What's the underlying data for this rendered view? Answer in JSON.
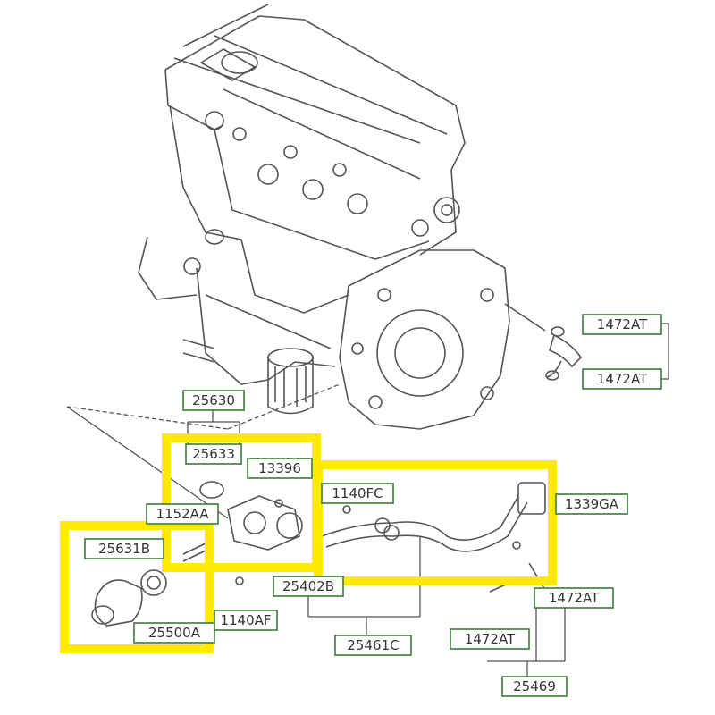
{
  "colors": {
    "highlight": "#ffeb00",
    "label_border": "#3c7a3c",
    "line": "#555555",
    "background": "#ffffff"
  },
  "parts": [
    {
      "id": "p1",
      "label": "1472AT"
    },
    {
      "id": "p2",
      "label": "1472AT"
    },
    {
      "id": "p3",
      "label": "25630"
    },
    {
      "id": "p4",
      "label": "25633"
    },
    {
      "id": "p5",
      "label": "13396"
    },
    {
      "id": "p6",
      "label": "1140FC"
    },
    {
      "id": "p7",
      "label": "1339GA"
    },
    {
      "id": "p8",
      "label": "1152AA"
    },
    {
      "id": "p9",
      "label": "25631B"
    },
    {
      "id": "p10",
      "label": "25402B"
    },
    {
      "id": "p11",
      "label": "1472AT"
    },
    {
      "id": "p12",
      "label": "25500A"
    },
    {
      "id": "p13",
      "label": "1140AF"
    },
    {
      "id": "p14",
      "label": "1472AT"
    },
    {
      "id": "p15",
      "label": "25461C"
    },
    {
      "id": "p16",
      "label": "25469"
    }
  ]
}
